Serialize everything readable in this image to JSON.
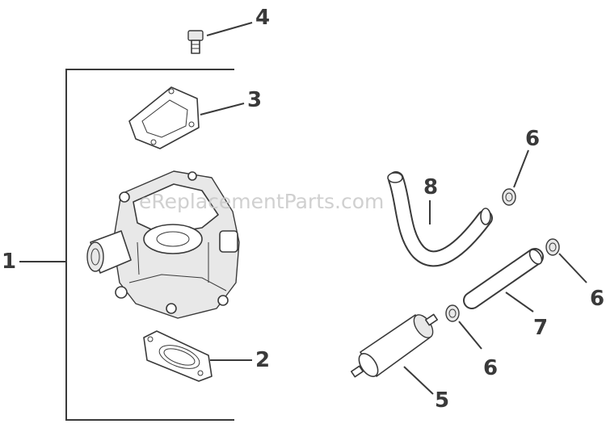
{
  "watermark": "eReplacementParts.com",
  "callouts": [
    {
      "id": "1",
      "label": "1"
    },
    {
      "id": "2",
      "label": "2"
    },
    {
      "id": "3",
      "label": "3"
    },
    {
      "id": "4",
      "label": "4"
    },
    {
      "id": "5",
      "label": "5"
    },
    {
      "id": "6a",
      "label": "6"
    },
    {
      "id": "6b",
      "label": "6"
    },
    {
      "id": "6c",
      "label": "6"
    },
    {
      "id": "7",
      "label": "7"
    },
    {
      "id": "8",
      "label": "8"
    }
  ]
}
